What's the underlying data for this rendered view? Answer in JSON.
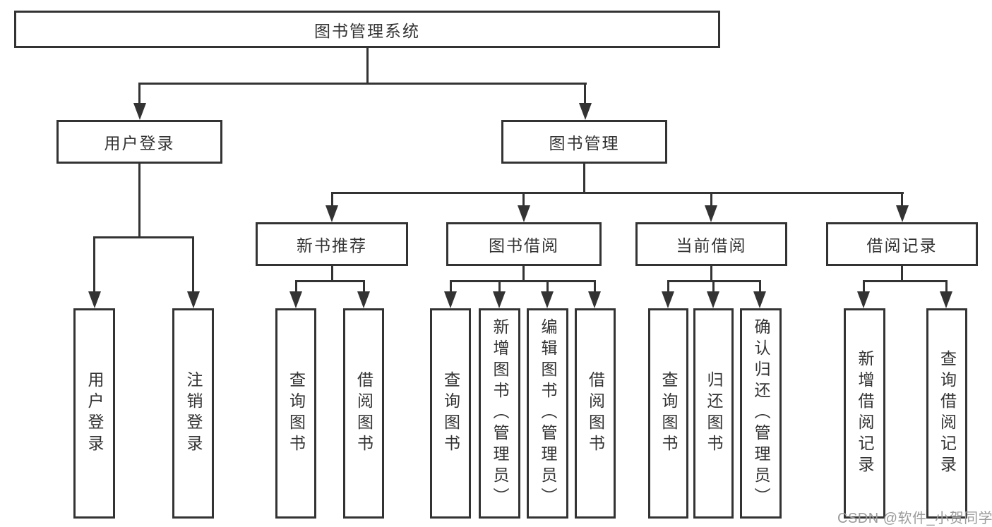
{
  "diagram": {
    "type": "hierarchy",
    "nodes": {
      "root": "图书管理系统",
      "user_login": "用户登录",
      "book_management": "图书管理",
      "new_book_recommend": "新书推荐",
      "book_borrow": "图书借阅",
      "current_borrow": "当前借阅",
      "borrow_record": "借阅记录",
      "ul_user_login": "用户登录",
      "ul_logout": "注销登录",
      "nbr_query_book": "查询图书",
      "nbr_borrow_book": "借阅图书",
      "bb_query_book": "查询图书",
      "bb_add_book": "新增图书（管理员）",
      "bb_edit_book": "编辑图书（管理员）",
      "bb_borrow_book": "借阅图书",
      "cb_query_book": "查询图书",
      "cb_return_book": "归还图书",
      "cb_confirm_return": "确认归还（管理员）",
      "br_add_record": "新增借阅记录",
      "br_query_record": "查询借阅记录"
    },
    "hierarchy": {
      "图书管理系统": {
        "用户登录": [
          "用户登录",
          "注销登录"
        ],
        "图书管理": {
          "新书推荐": [
            "查询图书",
            "借阅图书"
          ],
          "图书借阅": [
            "查询图书",
            "新增图书（管理员）",
            "编辑图书（管理员）",
            "借阅图书"
          ],
          "当前借阅": [
            "查询图书",
            "归还图书",
            "确认归还（管理员）"
          ],
          "借阅记录": [
            "新增借阅记录",
            "查询借阅记录"
          ]
        }
      }
    },
    "colors": {
      "line": "#333333",
      "text": "#333333",
      "background": "#ffffff",
      "watermark": "#9b9b9b"
    }
  },
  "watermark": "CSDN @软件_小贺同学"
}
